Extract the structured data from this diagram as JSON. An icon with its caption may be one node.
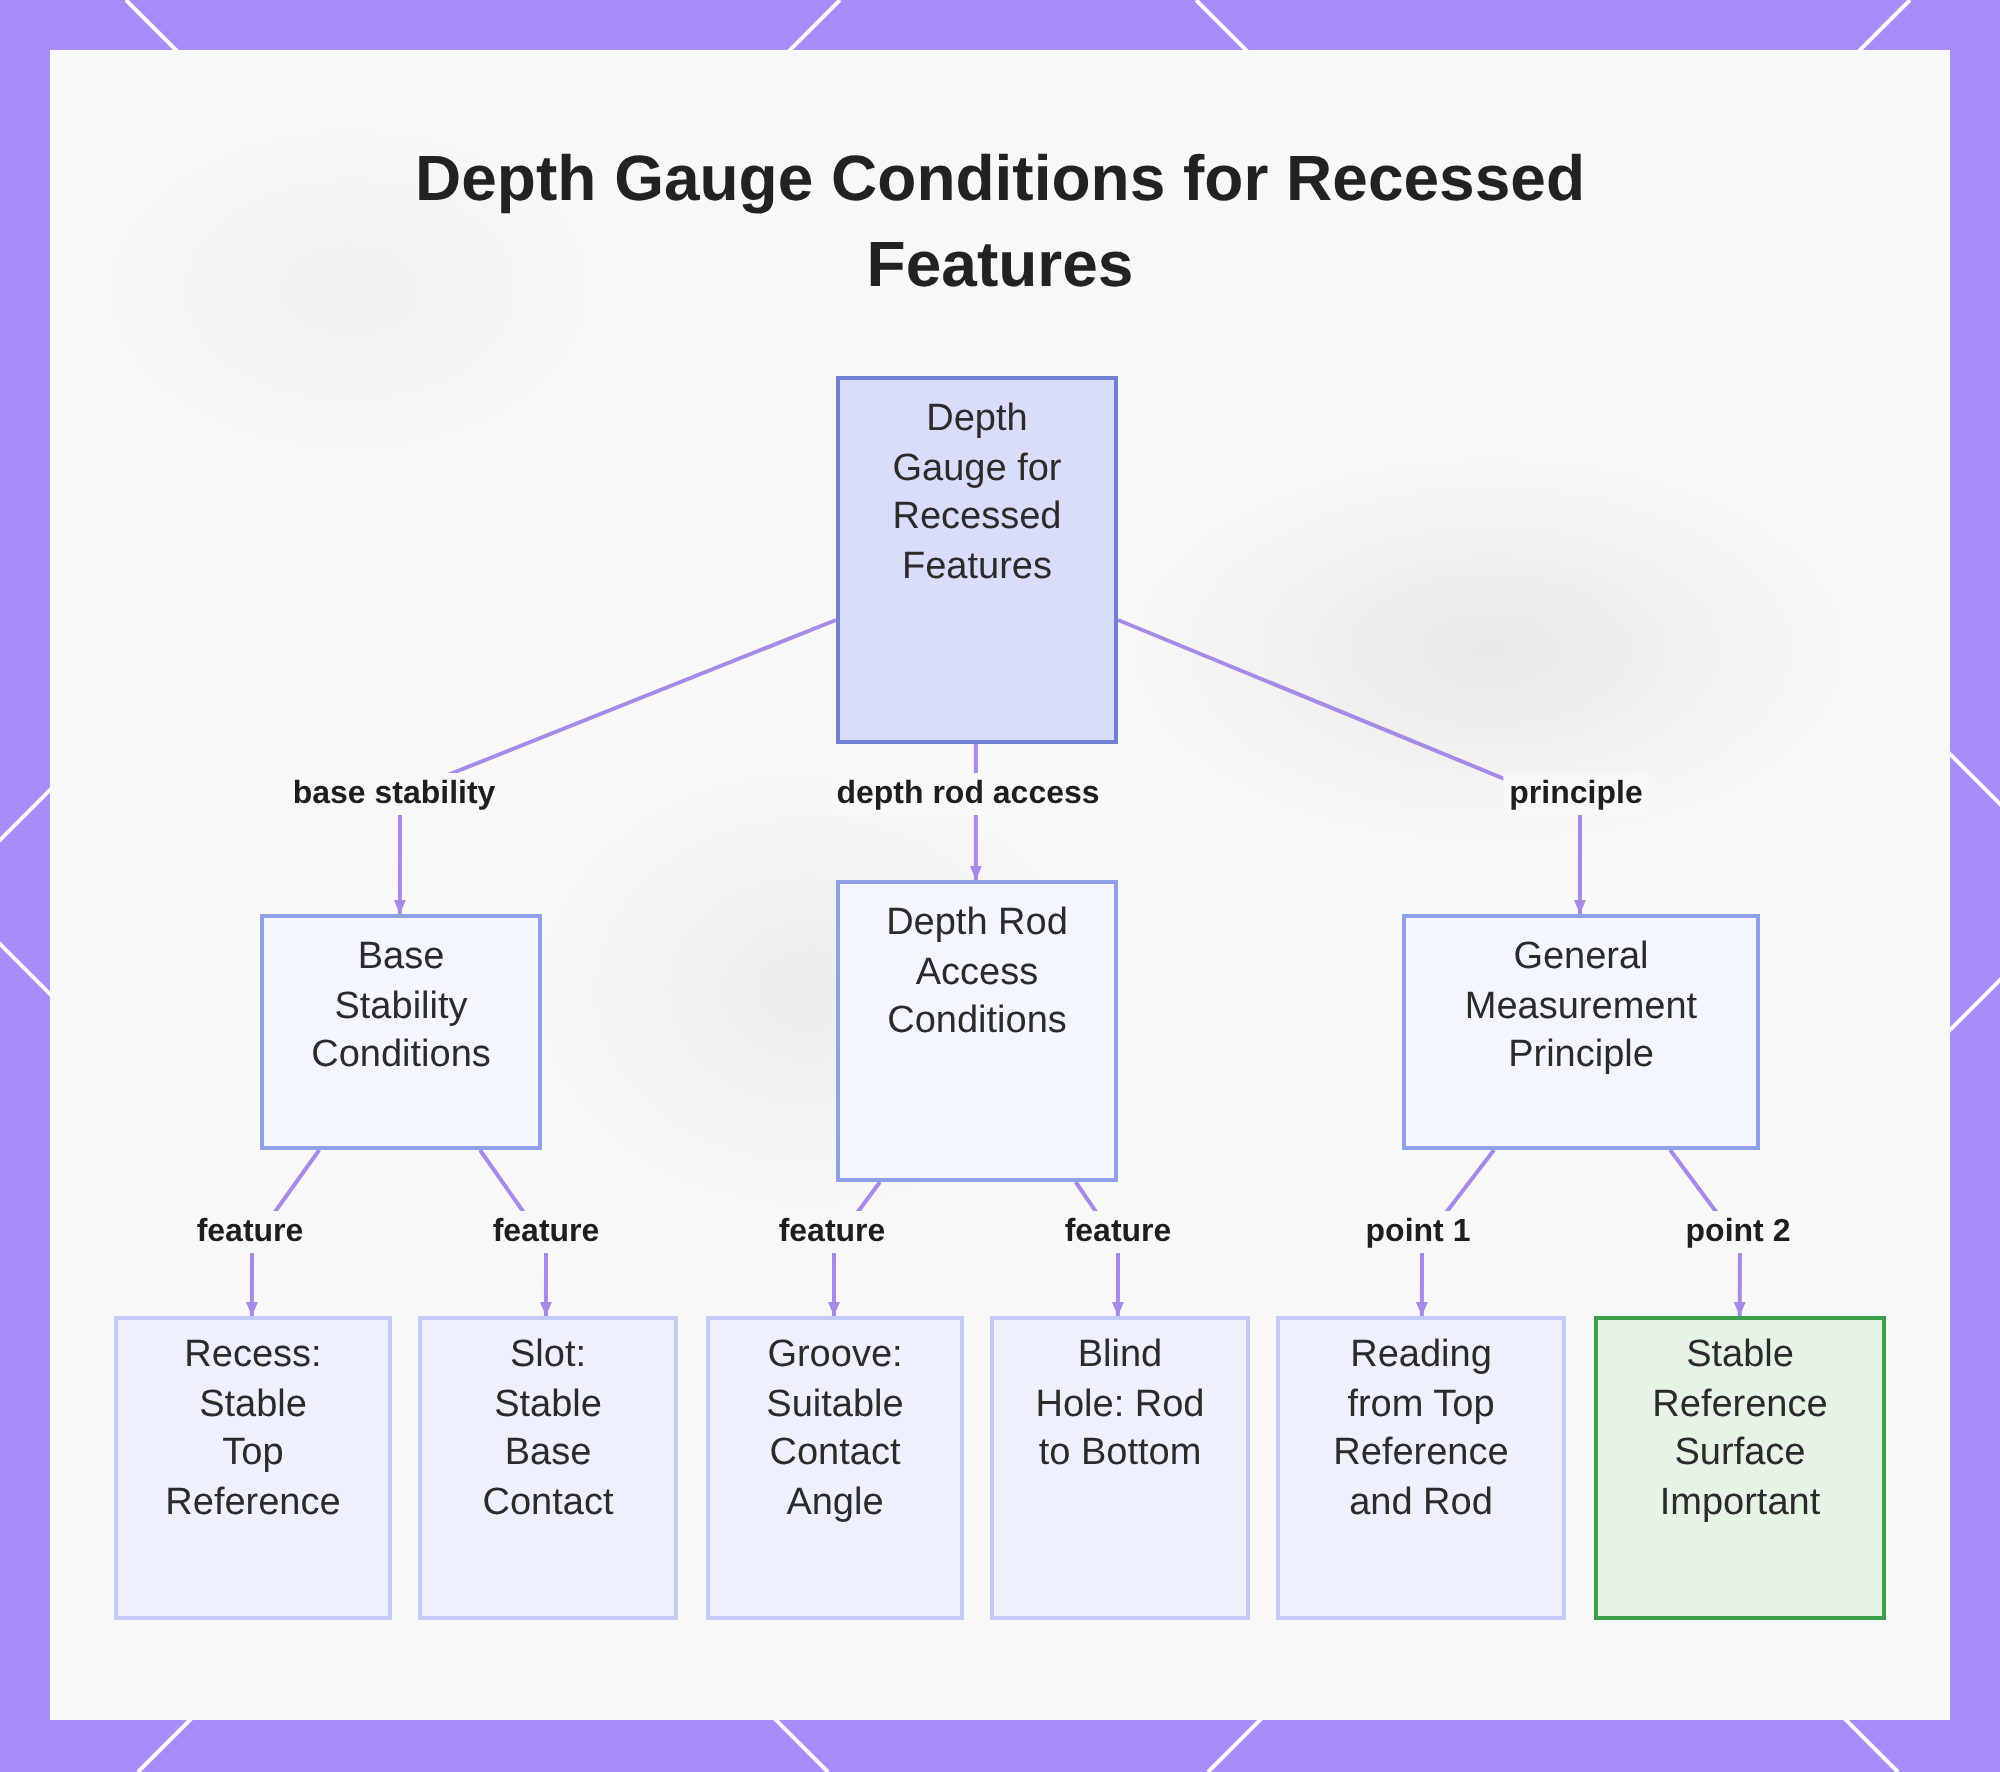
{
  "diagram": {
    "title": "Depth Gauge Conditions for Recessed Features",
    "nodes": [
      {
        "text": [
          "Depth Gauge for Recessed Features"
        ]
      },
      {
        "text": [
          "Base Stability Conditions"
        ]
      },
      {
        "text": [
          "Depth Rod Access Conditions"
        ]
      },
      {
        "text": [
          "General Measurement Principle"
        ]
      },
      {
        "text": [
          "Recess: Stable Top Reference"
        ]
      },
      {
        "text": [
          "Slot: Stable Base Contact"
        ]
      },
      {
        "text": [
          "Groove: Suitable Contact Angle"
        ]
      },
      {
        "text": [
          "Blind Hole: Rod to Bottom"
        ]
      },
      {
        "text": [
          "Reading from Top Reference and Rod"
        ]
      },
      {
        "text": [
          "Stable Reference Surface Important"
        ]
      }
    ],
    "edges": [
      {
        "from": 0,
        "to": 1,
        "arrow": "to",
        "label": "base stability"
      },
      {
        "from": 0,
        "to": 2,
        "arrow": "to",
        "label": "depth rod access"
      },
      {
        "from": 0,
        "to": 3,
        "arrow": "to",
        "label": "principle"
      },
      {
        "from": 1,
        "to": 4,
        "arrow": "to",
        "label": "feature"
      },
      {
        "from": 1,
        "to": 5,
        "arrow": "to",
        "label": "feature"
      },
      {
        "from": 2,
        "to": 6,
        "arrow": "to",
        "label": "feature"
      },
      {
        "from": 2,
        "to": 7,
        "arrow": "to",
        "label": "feature"
      },
      {
        "from": 3,
        "to": 8,
        "arrow": "to",
        "label": "point 1"
      },
      {
        "from": 3,
        "to": 9,
        "arrow": "to",
        "label": "point 2"
      }
    ]
  }
}
